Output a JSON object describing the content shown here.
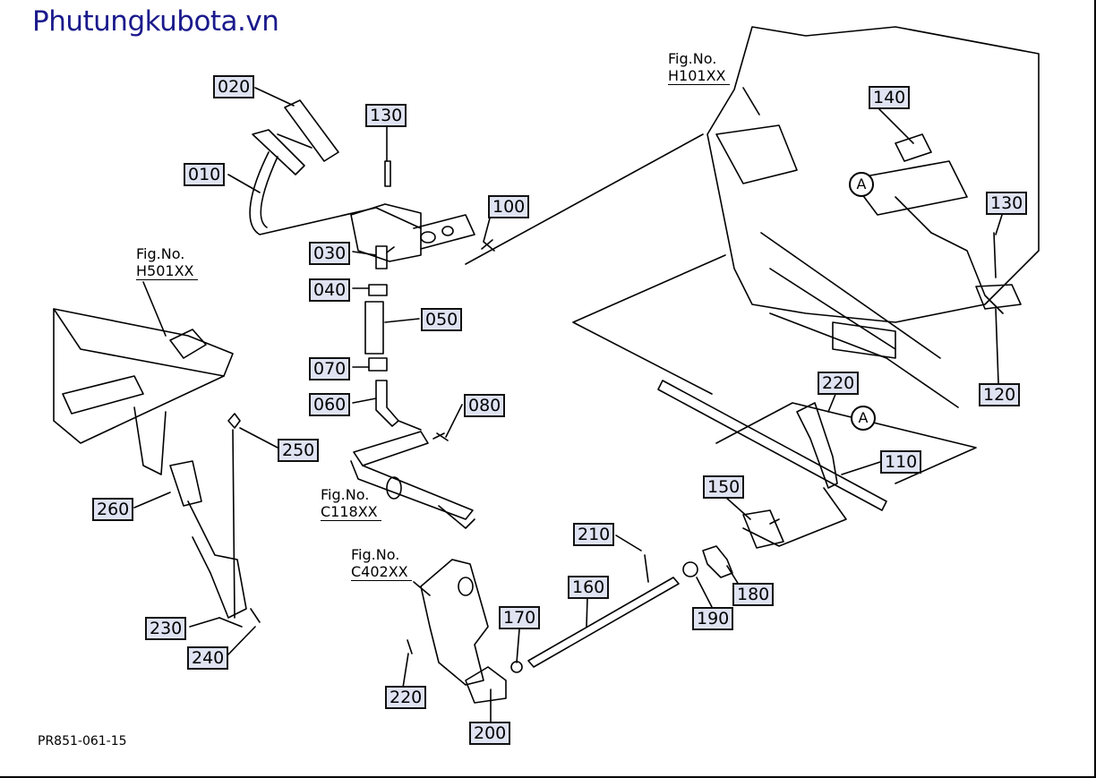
{
  "site_title": "Phutungkubota.vn",
  "drawing_code": "PR851-061-15",
  "parts": [
    "020",
    "130",
    "010",
    "100",
    "030",
    "040",
    "050",
    "070",
    "060",
    "080",
    "260",
    "250",
    "230",
    "240",
    "140",
    "130",
    "120",
    "220",
    "110",
    "150",
    "210",
    "160",
    "180",
    "190",
    "170",
    "220",
    "200"
  ],
  "fig_refs": [
    {
      "label": "Fig.No.",
      "code": "H101XX"
    },
    {
      "label": "Fig.No.",
      "code": "H501XX"
    },
    {
      "label": "Fig.No.",
      "code": "C118XX"
    },
    {
      "label": "Fig.No.",
      "code": "C402XX"
    }
  ],
  "markers": [
    "A",
    "A"
  ]
}
